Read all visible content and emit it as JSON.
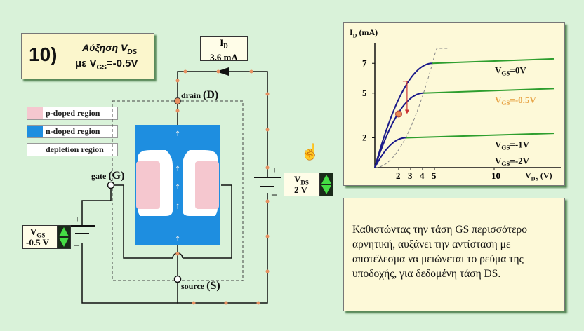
{
  "title": {
    "number": "10)",
    "line1_main": "Αύξηση V",
    "line1_sub": "DS",
    "line2_prefix": "με V",
    "line2_sub": "GS",
    "line2_suffix": "=-0.5V"
  },
  "id_meter": {
    "label": "I",
    "label_sub": "D",
    "value": "3.6 mA"
  },
  "legend": [
    {
      "label": "p-doped region",
      "color": "#f5c7cf"
    },
    {
      "label": "n-doped region",
      "color": "#1e8ee0"
    },
    {
      "label": "depletion region",
      "color": "#ffffff"
    }
  ],
  "terminals": {
    "drain": "drain",
    "drain_letter": "(D)",
    "gate": "gate",
    "gate_letter": "(G)",
    "source": "source",
    "source_letter": "(S)"
  },
  "vgs_control": {
    "label": "V",
    "label_sub": "GS",
    "value": "-0.5 V"
  },
  "vds_control": {
    "label": "V",
    "label_sub": "DS",
    "value": "2 V"
  },
  "battery_signs": {
    "plus": "+",
    "minus": "–"
  },
  "chart_data": {
    "type": "line",
    "ylabel": "I",
    "ylabel_sub": "D",
    "ylabel_unit": "(mA)",
    "xlabel": "V",
    "xlabel_sub": "DS",
    "xlabel_unit": "(V)",
    "x_ticks": [
      2,
      3,
      4,
      5,
      10
    ],
    "y_ticks": [
      2,
      5,
      7
    ],
    "xlim": [
      0,
      15
    ],
    "ylim": [
      0,
      8
    ],
    "series": [
      {
        "name": "V",
        "name_sub": "GS",
        "name_suffix": "=0V",
        "label_color": "#111111",
        "saturation": 7.0,
        "end": 7.3
      },
      {
        "name": "V",
        "name_sub": "GS",
        "name_suffix": "=-0.5V",
        "label_color": "#e8a64a",
        "saturation": 5.0,
        "end": 5.3
      },
      {
        "name": "V",
        "name_sub": "GS",
        "name_suffix": "=-1V",
        "label_color": "#111111",
        "saturation": 2.0,
        "end": 2.3
      },
      {
        "name": "V",
        "name_sub": "GS",
        "name_suffix": "=-2V",
        "label_color": "#111111",
        "saturation": 0.0,
        "end": 0.0
      }
    ],
    "operating_point": {
      "x": 2,
      "y": 3.6
    },
    "colors": {
      "triode": "#1a1a8a",
      "saturation": "#2e9e2e",
      "parabola": "#888888",
      "marker": "#e88a55",
      "drop": "#cc3333"
    }
  },
  "explanation": "Καθιστώντας την τάση GS περισσότερο αρνητική, αυξάνει την αντίσταση με αποτέλεσμα να μειώνεται το ρεύμα της υποδοχής, για δεδομένη τάση DS."
}
